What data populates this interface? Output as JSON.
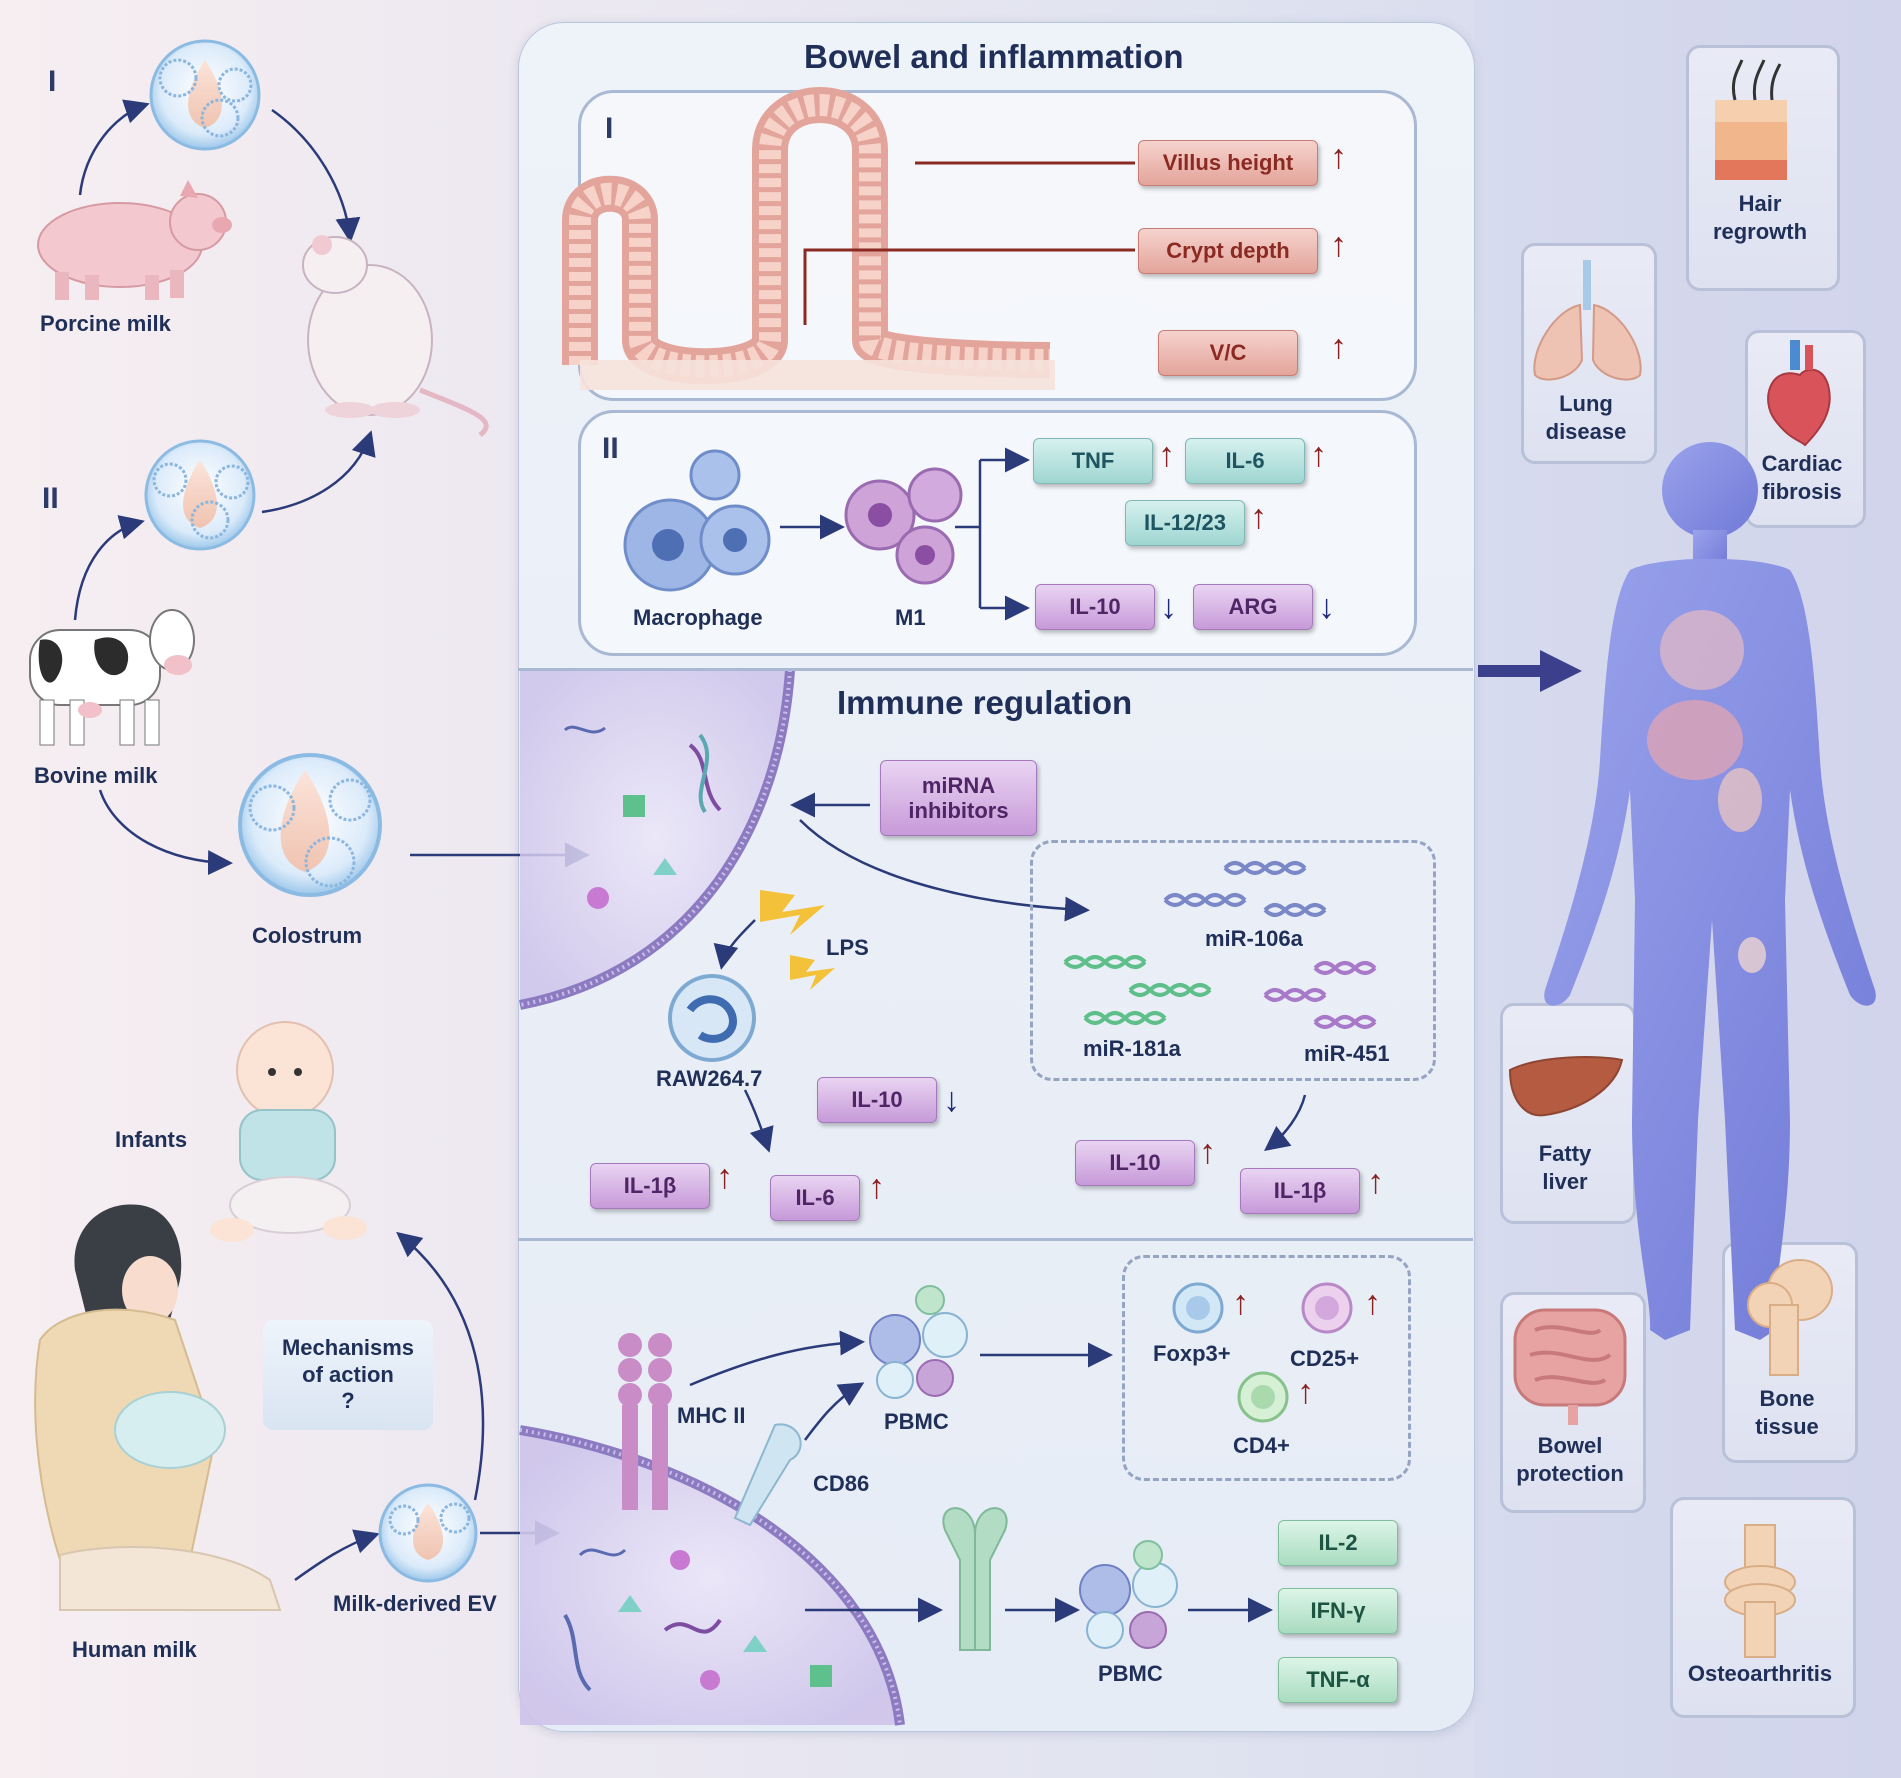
{
  "left": {
    "group1_label": "I",
    "group2_label": "II",
    "porcine": "Porcine milk",
    "bovine": "Bovine milk",
    "colostrum": "Colostrum",
    "infants": "Infants",
    "human_milk": "Human milk",
    "milk_ev": "Milk-derived EV",
    "mechanisms": [
      "Mechanisms",
      "of action",
      "?"
    ]
  },
  "bowel": {
    "title": "Bowel and inflammation",
    "panel1_label": "I",
    "panel2_label": "II",
    "villus": "Villus height",
    "crypt": "Crypt depth",
    "vc": "V/C",
    "macrophage": "Macrophage",
    "m1": "M1",
    "tnf": "TNF",
    "il6": "IL-6",
    "il1223": "IL-12/23",
    "il10": "IL-10",
    "arg": "ARG"
  },
  "immune": {
    "title": "Immune regulation",
    "mirna_inhibitors": [
      "miRNA",
      "inhibitors"
    ],
    "lps": "LPS",
    "raw": "RAW264.7",
    "mir106a": "miR-106a",
    "mir181a": "miR-181a",
    "mir451": "miR-451",
    "il10_a": "IL-10",
    "il1b_a": "IL-1β",
    "il6_a": "IL-6",
    "il10_b": "IL-10",
    "il1b_b": "IL-1β"
  },
  "tcell": {
    "mhc": "MHC II",
    "cd86": "CD86",
    "pbmc1": "PBMC",
    "pbmc2": "PBMC",
    "foxp3": "Foxp3+",
    "cd25": "CD25+",
    "cd4": "CD4+",
    "il2": "IL-2",
    "ifng": "IFN-γ",
    "tnfa": "TNF-α"
  },
  "right": {
    "hair": [
      "Hair",
      "regrowth"
    ],
    "lung": [
      "Lung",
      "disease"
    ],
    "cardiac": [
      "Cardiac",
      "fibrosis"
    ],
    "fatty": [
      "Fatty",
      "liver"
    ],
    "bowel": [
      "Bowel",
      "protection"
    ],
    "bone": [
      "Bone",
      "tissue"
    ],
    "oa": "Osteoarthritis"
  },
  "colors": {
    "navy": "#2b3a78",
    "up_arrow": "#8a2222",
    "down_arrow": "#1d2a78",
    "body": "#8a93e0"
  }
}
